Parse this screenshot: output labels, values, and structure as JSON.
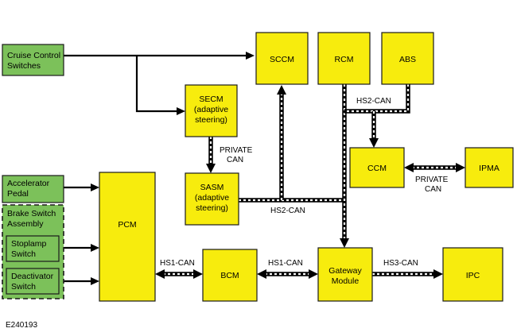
{
  "modules": {
    "sccm": "SCCM",
    "rcm": "RCM",
    "abs": "ABS",
    "secm": [
      "SECM",
      "(adaptive",
      "steering)"
    ],
    "sasm": [
      "SASM",
      "(adaptive",
      "steering)"
    ],
    "ccm": "CCM",
    "ipma": "IPMA",
    "pcm": "PCM",
    "bcm": "BCM",
    "gateway": [
      "Gateway",
      "Module"
    ],
    "ipc": "IPC"
  },
  "inputs": {
    "cruise_control": [
      "Cruise Control",
      "Switches"
    ],
    "accelerator": [
      "Accelerator",
      "Pedal"
    ],
    "brake_assembly": [
      "Brake Switch",
      "Assembly"
    ],
    "stoplamp": [
      "Stoplamp",
      "Switch"
    ],
    "deactivator": [
      "Deactivator",
      "Switch"
    ]
  },
  "bus_labels": {
    "private_can_secm_sasm": [
      "PRIVATE",
      "CAN"
    ],
    "private_can_ccm_ipma": [
      "PRIVATE",
      "CAN"
    ],
    "hs2_can_top": "HS2-CAN",
    "hs2_can_mid": "HS2-CAN",
    "hs1_can_pcm_bcm": "HS1-CAN",
    "hs1_can_bcm_gw": "HS1-CAN",
    "hs3_can": "HS3-CAN"
  },
  "figure_id": "E240193",
  "colors": {
    "module_fill": "#f7ec0d",
    "input_fill": "#7cc15a",
    "line": "#000000",
    "bus_dash": "#ffffff"
  }
}
